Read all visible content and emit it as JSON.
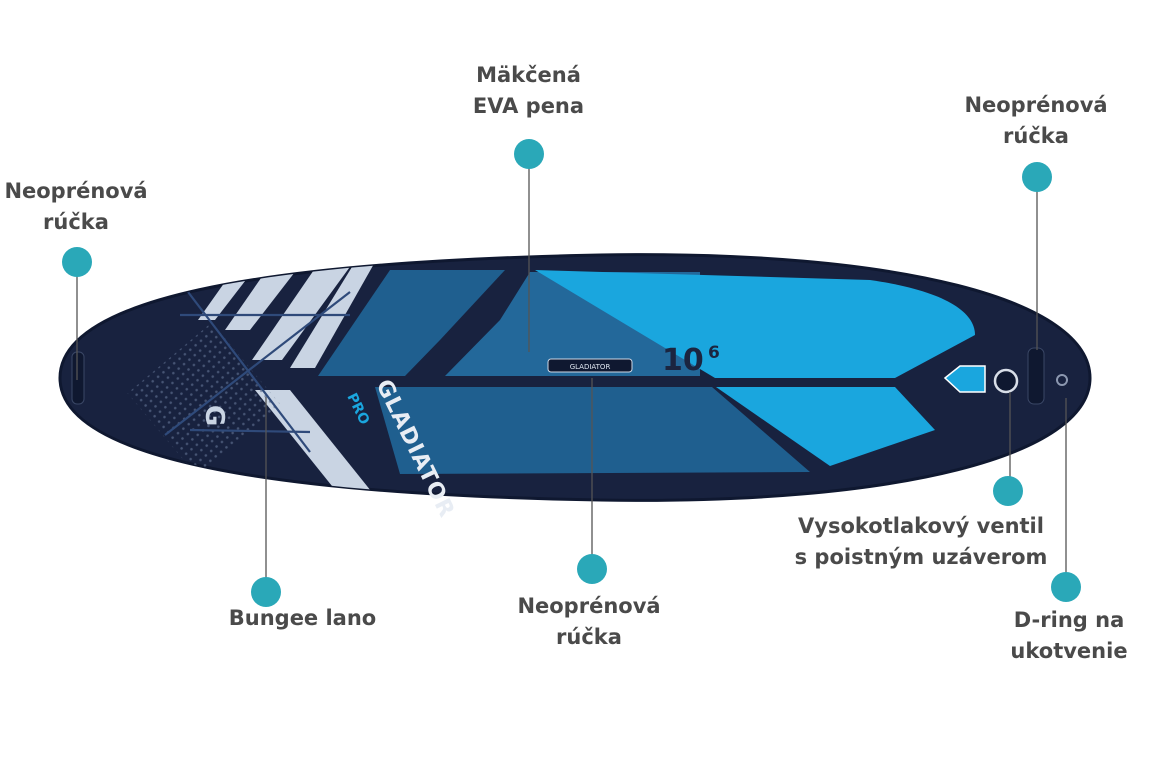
{
  "title": "",
  "colors": {
    "board_dark": "#18223f",
    "board_edge": "#0f1830",
    "deck_blue": "#1f5f8f",
    "deck_light": "#1aa6de",
    "stripe": "#c9d4e3",
    "marker": "#2aa8b8",
    "label_text": "#4a4a4a"
  },
  "board": {
    "brand": "GLADIATOR",
    "model": "PRO",
    "size": "10",
    "size_sup": "6",
    "logo": "G",
    "handle_text": "GLADIATOR"
  },
  "callouts": [
    {
      "id": "handle-left",
      "lines": [
        "Neoprénová",
        "rúčka"
      ]
    },
    {
      "id": "eva-pad",
      "lines": [
        "Mäkčená",
        "EVA pena"
      ]
    },
    {
      "id": "handle-right",
      "lines": [
        "Neoprénová",
        "rúčka"
      ]
    },
    {
      "id": "bungee",
      "lines": [
        "Bungee lano"
      ]
    },
    {
      "id": "handle-center",
      "lines": [
        "Neoprénová",
        "rúčka"
      ]
    },
    {
      "id": "valve",
      "lines": [
        "Vysokotlakový ventil",
        "s poistným uzáverom"
      ]
    },
    {
      "id": "d-ring",
      "lines": [
        "D-ring na",
        "ukotvenie"
      ]
    }
  ]
}
